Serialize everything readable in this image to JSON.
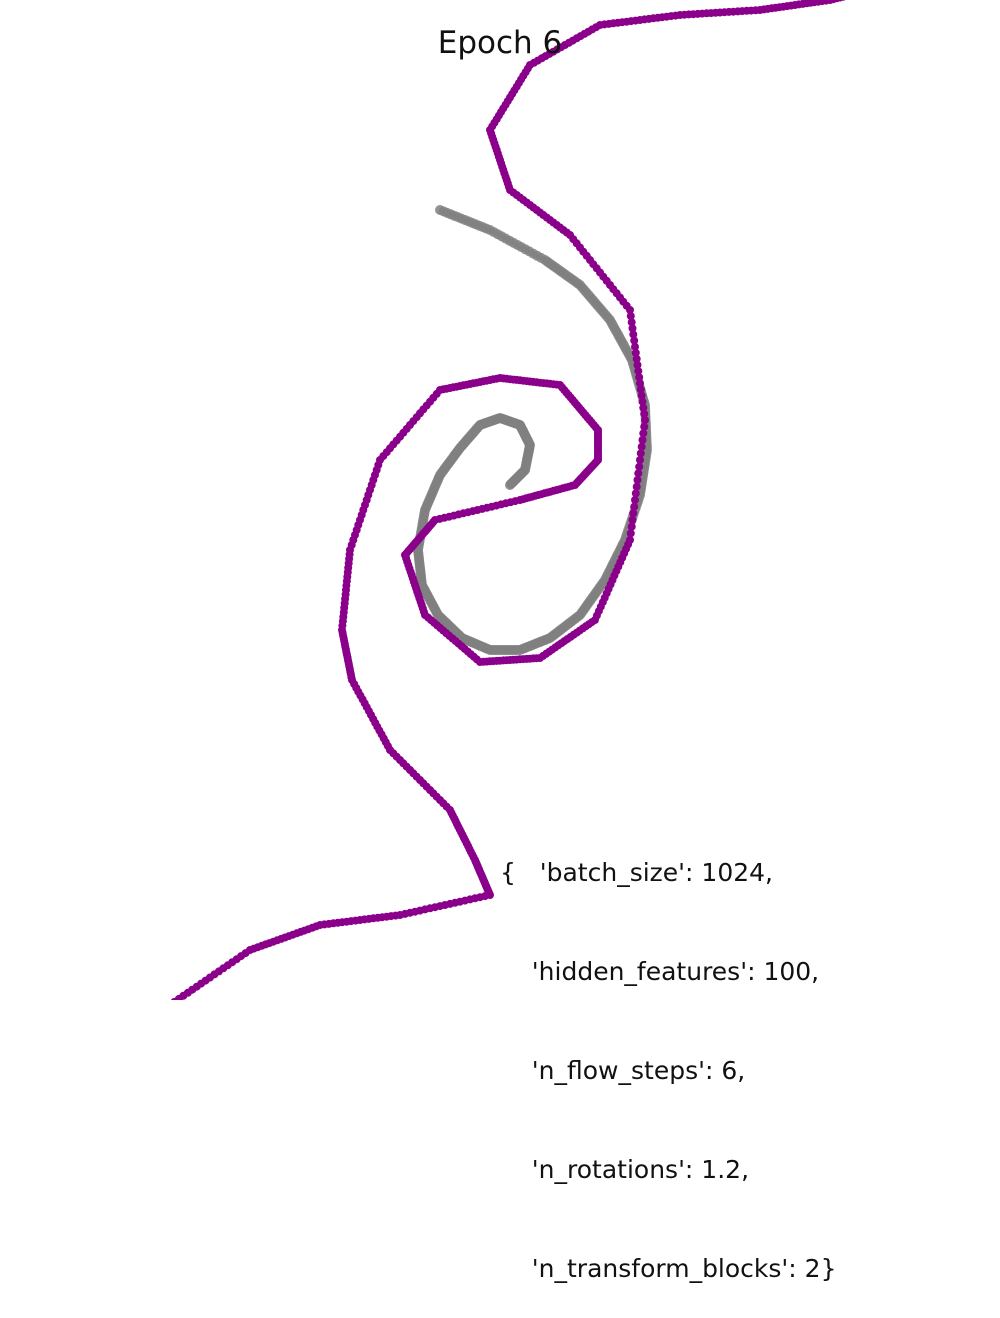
{
  "chart_data": {
    "type": "scatter",
    "title": "Epoch 6",
    "xlabel": "",
    "ylabel": "",
    "axes_visible": false,
    "grid": false,
    "series": [
      {
        "color": "#808080",
        "kind": "target-samples-spiral",
        "x": [
          0.1,
          0.25,
          0.3,
          0.2,
          0.0,
          -0.2,
          -0.4,
          -0.6,
          -0.75,
          -0.82,
          -0.78,
          -0.62,
          -0.38,
          -0.1,
          0.2,
          0.5,
          0.8,
          1.05,
          1.25,
          1.4,
          1.47,
          1.45,
          1.32,
          1.1,
          0.8,
          0.45,
          -0.1,
          -0.6
        ],
        "y": [
          0.35,
          0.5,
          0.75,
          0.95,
          1.02,
          0.95,
          0.72,
          0.45,
          0.1,
          -0.3,
          -0.65,
          -0.95,
          -1.18,
          -1.3,
          -1.3,
          -1.18,
          -0.95,
          -0.6,
          -0.2,
          0.25,
          0.7,
          1.15,
          1.6,
          2.0,
          2.35,
          2.6,
          2.9,
          3.1
        ]
      },
      {
        "color": "#8B008B",
        "kind": "model-samples-s-curve",
        "x": [
          3.9,
          3.3,
          2.6,
          1.8,
          1.0,
          0.3,
          -0.1,
          0.1,
          0.7,
          1.3,
          1.45,
          1.3,
          0.95,
          0.4,
          -0.2,
          -0.75,
          -0.95,
          -0.65,
          0.2,
          0.75,
          0.98,
          0.98,
          0.6,
          0.0,
          -0.6,
          -1.2,
          -1.5,
          -1.58,
          -1.48,
          -1.1,
          -0.5,
          -0.25,
          -0.1,
          -1.0,
          -1.8,
          -2.5,
          -3.3
        ],
        "y": [
          5.35,
          5.2,
          5.1,
          5.05,
          4.95,
          4.55,
          3.9,
          3.3,
          2.85,
          2.1,
          1.0,
          -0.2,
          -1.0,
          -1.38,
          -1.42,
          -0.95,
          -0.35,
          0.0,
          0.2,
          0.35,
          0.6,
          0.9,
          1.35,
          1.42,
          1.3,
          0.6,
          -0.3,
          -1.1,
          -1.6,
          -2.3,
          -2.9,
          -3.4,
          -3.75,
          -3.95,
          -4.05,
          -4.3,
          -4.85
        ]
      }
    ]
  },
  "params_text": [
    "{   'batch_size': 1024,",
    "    'hidden_features': 100,",
    "    'n_flow_steps': 6,",
    "    'n_rotations': 1.2,",
    "    'n_transform_blocks': 2}"
  ]
}
